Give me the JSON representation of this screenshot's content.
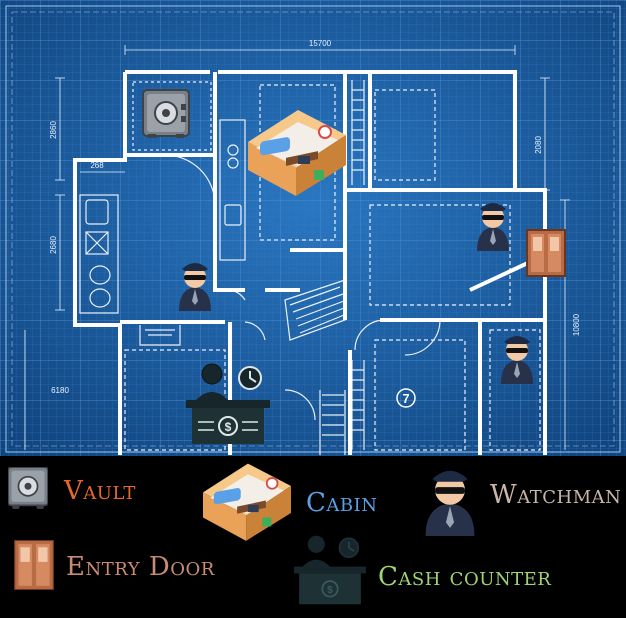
{
  "dimensions": {
    "width_total": "15700",
    "d_2860": "2860",
    "d_268": "268",
    "d_2680": "2680",
    "d_6180": "6180",
    "d_2080": "2080",
    "d_10800": "10800"
  },
  "room_number": "7",
  "legend": {
    "vault": {
      "label": "Vault",
      "color": "#e8672c"
    },
    "cabin": {
      "label": "Cabin",
      "color": "#5aa0e6"
    },
    "watchman": {
      "label": "Watchman",
      "color": "#c9b6a8"
    },
    "entry_door": {
      "label": "Entry Door",
      "color": "#c98c73"
    },
    "cash_counter": {
      "label": "Cash counter",
      "color": "#9fd472"
    }
  },
  "colors": {
    "blueprint_bg": "#1c5fa8",
    "walls": "#ffffff",
    "legend_bg": "#000000"
  }
}
